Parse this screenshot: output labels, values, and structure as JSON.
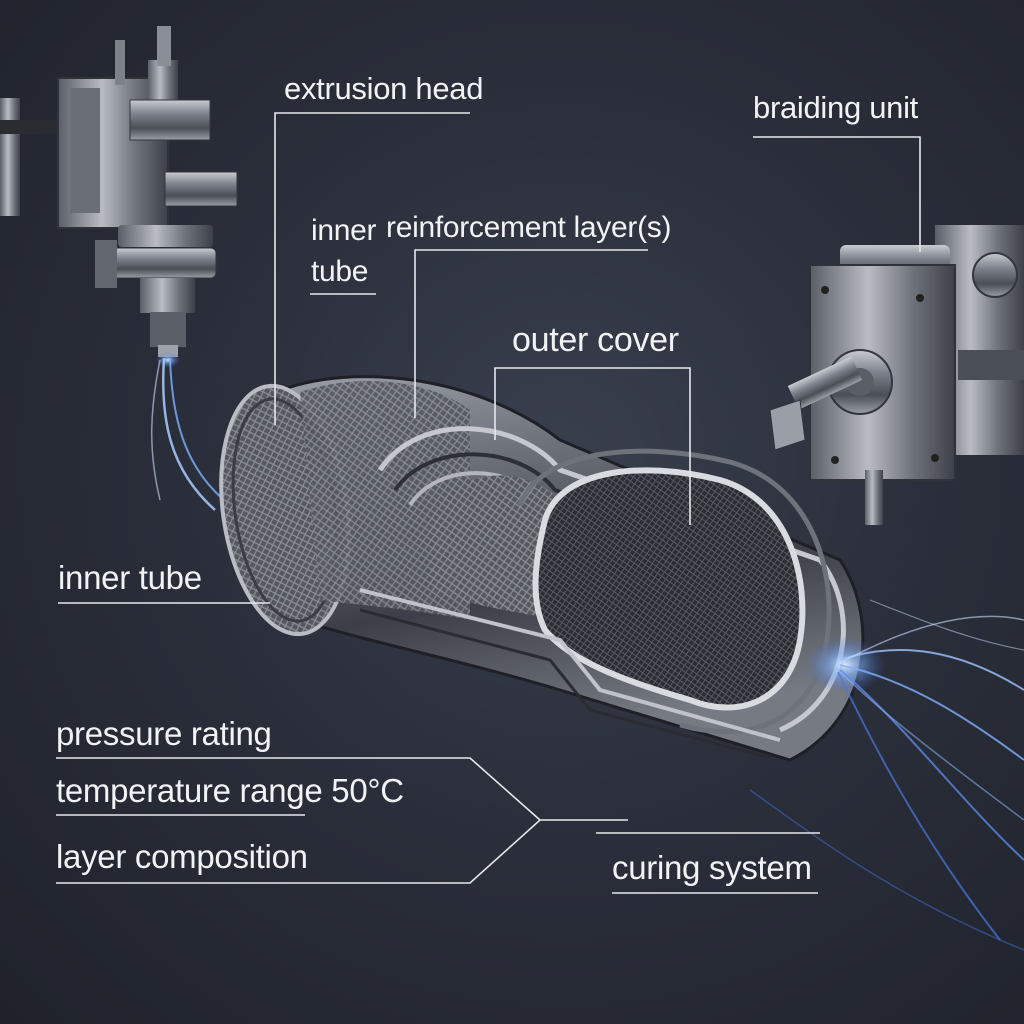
{
  "labels": {
    "extrusion_head": "extrusion head",
    "braiding_unit": "braiding unit",
    "inner_tube_top_line1": "inner",
    "inner_tube_top_line2": "tube",
    "reinforcement_layers": "reinforcement layer(s)",
    "outer_cover": "outer cover",
    "inner_tube_left": "inner tube",
    "pressure_rating": "pressure rating",
    "temperature_range": "temperature range 50°C",
    "layer_composition": "layer composition",
    "curing_system": "curing system"
  },
  "colors": {
    "background": "#2b2f3b",
    "label_text": "#f2f3f5",
    "leader_line": "#e6e8ec",
    "metal": "#8d929c",
    "glow": "#7fb2ff"
  },
  "components": [
    "extrusion-head-machine",
    "braiding-unit-machine",
    "hose-cutaway"
  ]
}
